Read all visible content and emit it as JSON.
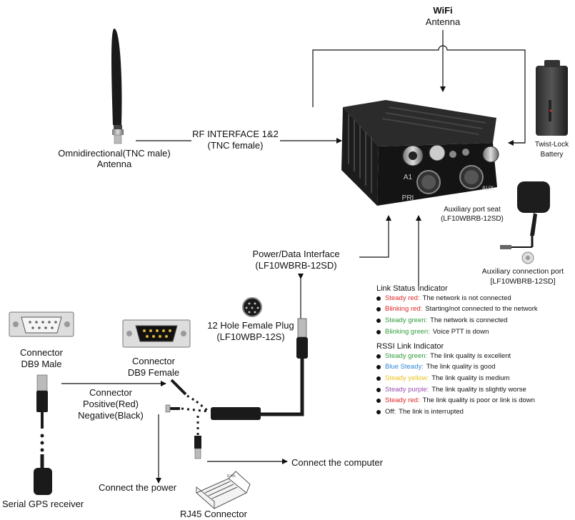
{
  "wifi_antenna": {
    "line1": "WiFi",
    "line2": "Antenna"
  },
  "battery": {
    "line1": "Twist-Lock",
    "line2": "Battery"
  },
  "omni_antenna": {
    "line1": "Omnidirectional(TNC male)",
    "line2": "Antenna"
  },
  "rf_interface": {
    "line1": "RF INTERFACE 1&2",
    "line2": "(TNC female)"
  },
  "device_labels": {
    "a1": "A1",
    "pri": "PRI",
    "aux": "AUX"
  },
  "aux_port_seat": {
    "line1": "Auxiliary port seat",
    "line2": "(LF10WBRB-12SD)"
  },
  "aux_connection_port": {
    "line1": "Auxiliary connection port",
    "line2": "[LF10WBRB-12SD]"
  },
  "power_data_interface": {
    "line1": "Power/Data Interface",
    "line2": "(LF10WBRB-12SD)"
  },
  "plug_12hole": {
    "line1": "12 Hole Female Plug",
    "line2": "(LF10WBP-12S)"
  },
  "db9_male": {
    "line1": "Connector",
    "line2": "DB9 Male"
  },
  "db9_female": {
    "line1": "Connector",
    "line2": "DB9 Female"
  },
  "connector_polarity": {
    "line1": "Connector",
    "line2": "Positive(Red)",
    "line3": "Negative(Black)"
  },
  "connect_computer": "Connect the computer",
  "connect_power": "Connect the power",
  "serial_gps": "Serial GPS receiver",
  "rj45": {
    "label": "RJ45 Connector",
    "tiny": "RJ45"
  },
  "link_status": {
    "title": "Link Status Indicator",
    "items": [
      {
        "state": "Steady red:",
        "desc": "The network is not connected",
        "color": "#e0282a"
      },
      {
        "state": "Blinking red:",
        "desc": "Starting/not connected to the network",
        "color": "#e0282a"
      },
      {
        "state": "Steady green:",
        "desc": "The network is connected",
        "color": "#2f9e3a"
      },
      {
        "state": "Blinking green:",
        "desc": "Voice PTT is down",
        "color": "#2f9e3a"
      }
    ]
  },
  "rssi": {
    "title": "RSSI Link Indicator",
    "items": [
      {
        "state": "Steady green:",
        "desc": "The link quality is excellent",
        "color": "#2f9e3a"
      },
      {
        "state": "Blue Steady:",
        "desc": "The link quality is good",
        "color": "#2f86d8"
      },
      {
        "state": "Steady yellow:",
        "desc": "The link quality is medium",
        "color": "#e8c21a"
      },
      {
        "state": "Steady purple:",
        "desc": "The link quality is slightly worse",
        "color": "#9b4fb0"
      },
      {
        "state": "Steady red:",
        "desc": "The link quality is poor or link is down",
        "color": "#e0282a"
      },
      {
        "state": "Off:",
        "desc": "The link is interrupted",
        "color": "#111111"
      }
    ]
  }
}
